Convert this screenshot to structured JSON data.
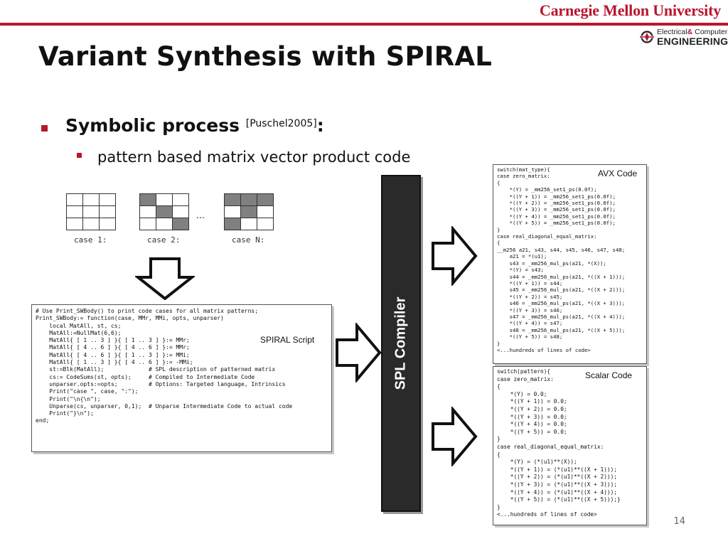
{
  "header": {
    "university": "Carnegie Mellon University",
    "dept_line1_pre": "Electrical",
    "dept_amp": "&",
    "dept_line1_post": " Computer",
    "dept_line2": "ENGINEERING",
    "brand_color": "#b8162c"
  },
  "title": "Variant Synthesis with SPIRAL",
  "bullet1": {
    "text": "Symbolic process ",
    "citation": "[Puschel2005]",
    "colon": ":"
  },
  "bullet2": {
    "text": "pattern based matrix vector product code"
  },
  "patterns": {
    "cases": [
      {
        "label": "case 1:",
        "cells": [
          [
            0,
            0,
            0
          ],
          [
            0,
            0,
            0
          ],
          [
            0,
            0,
            0
          ]
        ]
      },
      {
        "label": "case 2:",
        "cells": [
          [
            1,
            0,
            0
          ],
          [
            0,
            1,
            0
          ],
          [
            0,
            0,
            1
          ]
        ]
      },
      {
        "label": "case N:",
        "cells": [
          [
            1,
            1,
            1
          ],
          [
            0,
            1,
            0
          ],
          [
            1,
            0,
            0
          ]
        ]
      }
    ],
    "ellipsis": "…"
  },
  "spiral_script": {
    "label": "SPIRAL Script",
    "lines": [
      "# Use Print_SWBody() to print code cases for all matrix patterns;",
      "Print_SWBody:= function(case, MMr, MMi, opts, unparser)",
      "    local MatAll, st, cs;",
      "    MatAll:=NullMat(6,6);",
      "    MatAll{ [ 1 .. 3 ] }{ [ 1 .. 3 ] }:= MMr;",
      "    MatAll{ [ 4 .. 6 ] }{ [ 4 .. 6 ] }:= MMr;",
      "    MatAll{ [ 4 .. 6 ] }{ [ 1 .. 3 ] }:= MMi;",
      "    MatAll{ [ 1 .. 3 ] }{ [ 4 .. 6 ] }:= -MMi;",
      "    st:=Blk(MatAll);             # SPL description of patterned matrix",
      "    cs:= CodeSums(st, opts);     # Compiled to Intermediate Code",
      "    unparser.opts:=opts;         # Options: Targeted language, Intrinsics",
      "    Print(\"case \", case, \":\");",
      "    Print(\"\\n{\\n\");",
      "    Unparse(cs, unparser, 0,1);  # Unparse Intermediate Code to actual code",
      "    Print(\"}\\n\");",
      "end;"
    ]
  },
  "compiler": {
    "label": "SPL Compiler"
  },
  "avx_code": {
    "label": "AVX Code",
    "lines": [
      "switch(mat_type){",
      "case zero_matrix:",
      "{",
      "    *(Y) = _mm256_set1_ps(0.0f);",
      "    *((Y + 1)) = _mm256_set1_ps(0.0f);",
      "    *((Y + 2)) = _mm256_set1_ps(0.0f);",
      "    *((Y + 3)) = _mm256_set1_ps(0.0f);",
      "    *((Y + 4)) = _mm256_set1_ps(0.0f);",
      "    *((Y + 5)) = _mm256_set1_ps(0.0f);",
      "}",
      "case real_diagonal_equal_matrix:",
      "{",
      "__m256 a21, s43, s44, s45, s46, s47, s48;",
      "    a21 = *(u1);",
      "    s43 = _mm256_mul_ps(a21, *(X));",
      "    *(Y) = s43;",
      "    s44 = _mm256_mul_ps(a21, *((X + 1)));",
      "    *((Y + 1)) = s44;",
      "    s45 = _mm256_mul_ps(a21, *((X + 2)));",
      "    *((Y + 2)) = s45;",
      "    s46 = _mm256_mul_ps(a21, *((X + 3)));",
      "    *((Y + 3)) = s46;",
      "    s47 = _mm256_mul_ps(a21, *((X + 4)));",
      "    *((Y + 4)) = s47;",
      "    s48 = _mm256_mul_ps(a21, *((X + 5)));",
      "    *((Y + 5)) = s48;",
      "}",
      "<...hundreds of lines of code>"
    ]
  },
  "scalar_code": {
    "label": "Scalar Code",
    "lines": [
      "switch(pattern){",
      "case zero_matrix:",
      "{",
      "    *(Y) = 0.0;",
      "    *((Y + 1)) = 0.0;",
      "    *((Y + 2)) = 0.0;",
      "    *((Y + 3)) = 0.0;",
      "    *((Y + 4)) = 0.0;",
      "    *((Y + 5)) = 0.0;",
      "}",
      "case real_diagonal_equal_matrix:",
      "{",
      "    *(Y) = (*(u1)**(X));",
      "    *((Y + 1)) = (*(u1)**((X + 1)));",
      "    *((Y + 2)) = (*(u1)**((X + 2)));",
      "    *((Y + 3)) = (*(u1)**((X + 3)));",
      "    *((Y + 4)) = (*(u1)**((X + 4)));",
      "    *((Y + 5)) = (*(u1)**((X + 5)));}",
      "}",
      "<...hundreds of lines of code>"
    ]
  },
  "page_number": "14"
}
